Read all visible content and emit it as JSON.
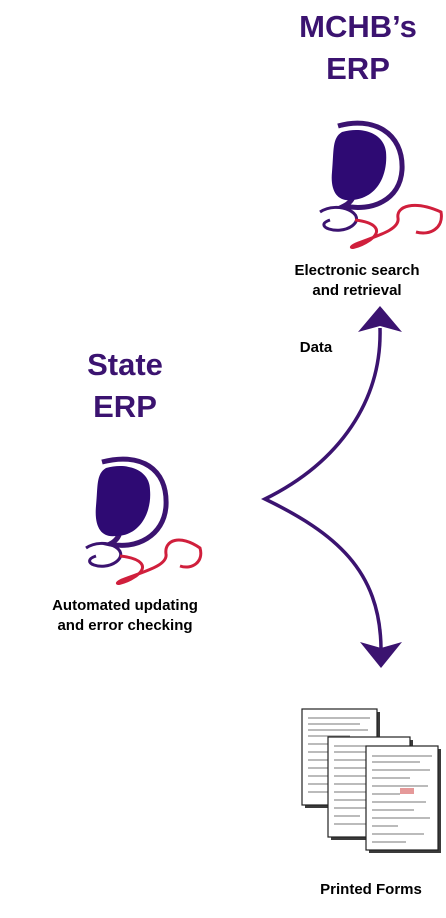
{
  "mchb": {
    "title_line1": "MCHB’s",
    "title_line2": "ERP",
    "caption_line1": "Electronic search",
    "caption_line2": "and retrieval"
  },
  "state": {
    "title_line1": "State",
    "title_line2": "ERP",
    "caption_line1": "Automated updating",
    "caption_line2": "and error checking"
  },
  "flow": {
    "data_label": "Data"
  },
  "forms": {
    "caption": "Printed Forms"
  },
  "colors": {
    "title": "#3b1370",
    "monitor_fill": "#2e0a73",
    "monitor_outline": "#3b1370",
    "cable": "#d01f3c",
    "arrow": "#3b1370"
  },
  "icons": [
    "computer-icon",
    "computer-icon",
    "printed-forms-icon",
    "double-arrow"
  ]
}
